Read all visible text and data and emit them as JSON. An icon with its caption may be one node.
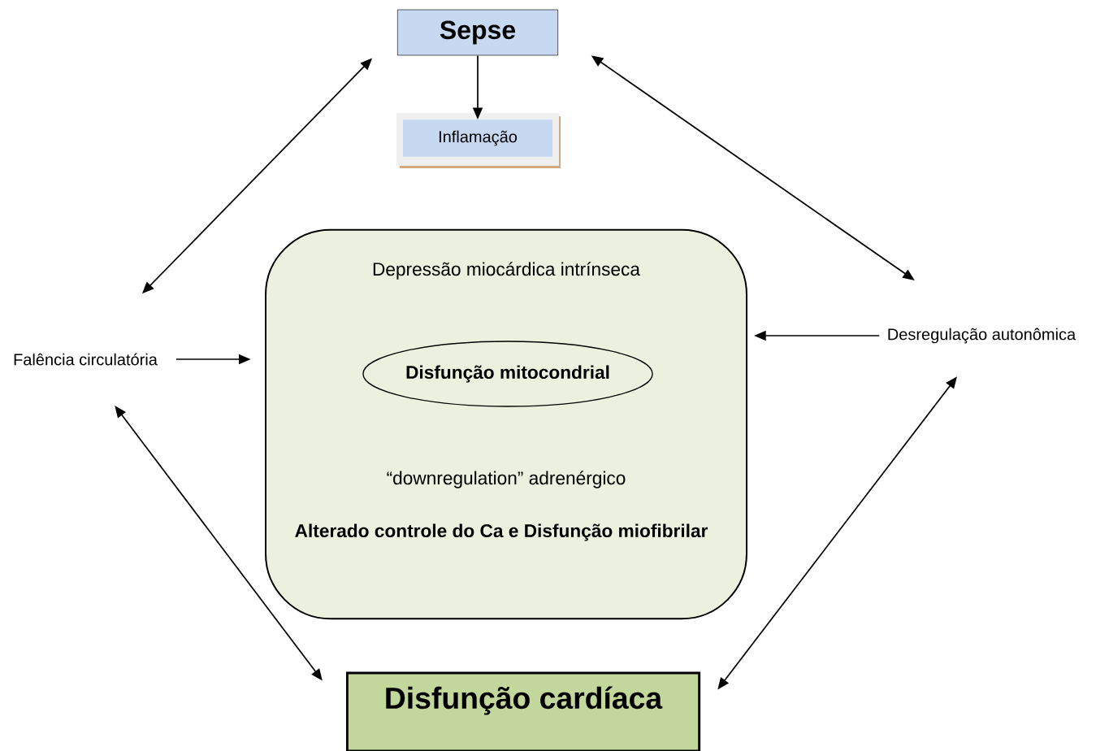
{
  "diagram": {
    "nodes": [
      {
        "text": [
          "Sepse"
        ]
      },
      {
        "text": [
          "Inflamação"
        ]
      },
      {
        "text": [
          "Falência circulatória"
        ]
      },
      {
        "text": [
          "Depressão miocárdica intrínseca",
          "“downregulation” adrenérgico",
          "Alterado controle do Ca e Disfunção miofibrilar"
        ]
      },
      {
        "text": [
          "Disfunção mitocondrial"
        ],
        "in": 3
      },
      {
        "text": [
          "Desregulação autonômica"
        ]
      },
      {
        "text": [
          "Disfunção cardíaca"
        ]
      }
    ],
    "edges": [
      {
        "from": 0,
        "to": 1,
        "arrow": "to"
      },
      {
        "from": 2,
        "to": 0,
        "arrow": "both"
      },
      {
        "from": 0,
        "to": 5,
        "arrow": "both"
      },
      {
        "from": 2,
        "to": 3,
        "arrow": "to"
      },
      {
        "from": 5,
        "to": 3,
        "arrow": "to"
      },
      {
        "from": 2,
        "to": 6,
        "arrow": "both"
      },
      {
        "from": 5,
        "to": 6,
        "arrow": "both"
      }
    ]
  }
}
